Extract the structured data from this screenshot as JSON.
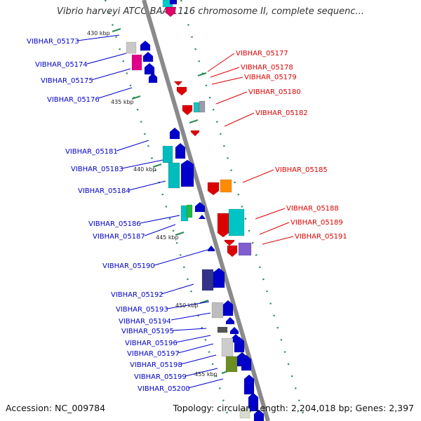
{
  "title": "Vibrio harveyi ATCC BAA-1116 chromosome II, complete sequenc...",
  "footer": {
    "accession": "Accession: NC_009784",
    "topology": "Topology: circular; Length: 2,204,018 bp; Genes: 2,397"
  },
  "colors": {
    "forward": "#0000cc",
    "reverse": "#dd0000",
    "backbone": "#888888",
    "tick": "#2e8b57"
  },
  "kbp_markers": [
    "430 kbp",
    "435 kbp",
    "440 kbp",
    "445 kbp",
    "450 kbp",
    "455 kbp"
  ],
  "left_genes": [
    "VIBHAR_05173",
    "VIBHAR_05174",
    "VIBHAR_05175",
    "VIBHAR_05176",
    "VIBHAR_05181",
    "VIBHAR_05183",
    "VIBHAR_05184",
    "VIBHAR_05186",
    "VIBHAR_05187",
    "VIBHAR_05190",
    "VIBHAR_05192",
    "VIBHAR_05193",
    "VIBHAR_05194",
    "VIBHAR_05195",
    "VIBHAR_05196",
    "VIBHAR_05197",
    "VIBHAR_05198",
    "VIBHAR_05199",
    "VIBHAR_05200"
  ],
  "right_genes": [
    "VIBHAR_05177",
    "VIBHAR_05178",
    "VIBHAR_05179",
    "VIBHAR_05180",
    "VIBHAR_05182",
    "VIBHAR_05185",
    "VIBHAR_05188",
    "VIBHAR_05189",
    "VIBHAR_05191"
  ]
}
